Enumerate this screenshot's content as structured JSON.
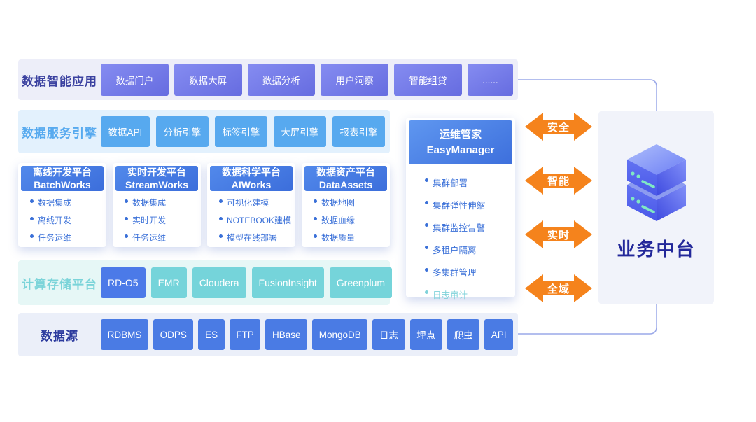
{
  "apps_row": {
    "label": "数据智能应用",
    "items": [
      "数据门户",
      "数据大屏",
      "数据分析",
      "用户洞察",
      "智能组贷",
      "......"
    ]
  },
  "engines_row": {
    "label": "数据服务引擎",
    "items": [
      "数据API",
      "分析引擎",
      "标签引擎",
      "大屏引擎",
      "报表引擎"
    ]
  },
  "platforms": [
    {
      "title_cn": "离线开发平台",
      "title_en": "BatchWorks",
      "bullets": [
        "数据集成",
        "离线开发",
        "任务运维"
      ]
    },
    {
      "title_cn": "实时开发平台",
      "title_en": "StreamWorks",
      "bullets": [
        "数据集成",
        "实时开发",
        "任务运维"
      ]
    },
    {
      "title_cn": "数据科学平台",
      "title_en": "AIWorks",
      "bullets": [
        "可视化建模",
        "NOTEBOOK建模",
        "模型在线部署"
      ]
    },
    {
      "title_cn": "数据资产平台",
      "title_en": "DataAssets",
      "bullets": [
        "数据地图",
        "数据血缘",
        "数据质量"
      ]
    }
  ],
  "compute_row": {
    "label": "计算存储平台",
    "items": [
      "RD-O5",
      "EMR",
      "Cloudera",
      "FusionInsight",
      "Greenplum"
    ]
  },
  "sources_row": {
    "label": "数据源",
    "items": [
      "RDBMS",
      "ODPS",
      "ES",
      "FTP",
      "HBase",
      "MongoDB",
      "日志",
      "埋点",
      "爬虫",
      "API"
    ]
  },
  "easymanager": {
    "title_cn": "运维管家",
    "title_en": "EasyManager",
    "bullets": [
      "集群部署",
      "集群弹性伸缩",
      "集群监控告警",
      "多租户隔离",
      "多集群管理",
      "日志审计"
    ]
  },
  "arrows": [
    "安全",
    "智能",
    "实时",
    "全域"
  ],
  "business_platform": {
    "label": "业务中台",
    "icon": "server-stack-icon"
  },
  "colors": {
    "app_chip": "#7078E8",
    "engine_chip": "#57A9EF",
    "platform_header": "#4679E2",
    "bullet_text": "#3A70D8",
    "compute_chip_teal": "#75D4DA",
    "compute_chip_blue": "#4B7AE8",
    "source_chip": "#4A7BE4",
    "arrow_orange": "#F5831C",
    "muted_bullet": "#7FD2DA",
    "connector_line": "#9AA8E8",
    "panel_bg": "#F1F3FA",
    "dark_title": "#2B339E"
  }
}
